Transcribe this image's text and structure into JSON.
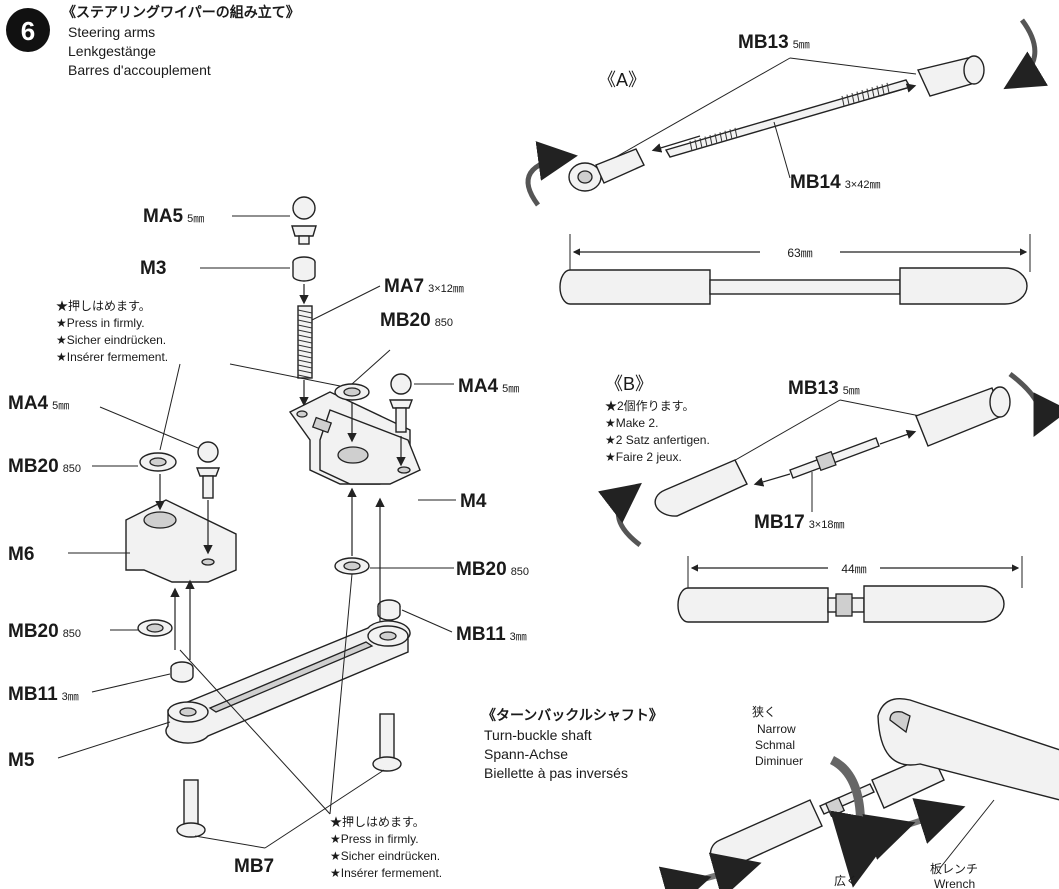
{
  "step": {
    "number": "6",
    "title_jp": "《ステアリングワイパーの組み立て》",
    "title_en": "Steering arms",
    "title_de": "Lenkgestänge",
    "title_fr": "Barres d'accouplement"
  },
  "labels": {
    "ma5": "MA5",
    "ma5_size": "5㎜",
    "m3": "M3",
    "ma7": "MA7",
    "ma7_size": "3×12㎜",
    "mb20_top": "MB20",
    "mb20_top_size": "850",
    "ma4_right": "MA4",
    "ma4_right_size": "5㎜",
    "ma4_left": "MA4",
    "ma4_left_size": "5㎜",
    "mb20_left": "MB20",
    "mb20_left_size": "850",
    "m6": "M6",
    "m4": "M4",
    "mb20_mid": "MB20",
    "mb20_mid_size": "850",
    "mb20_low": "MB20",
    "mb20_low_size": "850",
    "mb11_right": "MB11",
    "mb11_right_size": "3㎜",
    "mb11_left": "MB11",
    "mb11_left_size": "3㎜",
    "m5": "M5",
    "mb7": "MB7"
  },
  "notes": {
    "press_top": [
      "★押しはめます。",
      "★Press in firmly.",
      "★Sicher eindrücken.",
      "★Insérer fermement."
    ],
    "press_bottom": [
      "★押しはめます。",
      "★Press in firmly.",
      "★Sicher eindrücken.",
      "★Insérer fermement."
    ]
  },
  "section_a": {
    "label": "《A》",
    "mb13": "MB13",
    "mb13_size": "5㎜",
    "mb14": "MB14",
    "mb14_size": "3×42㎜",
    "length": "63㎜"
  },
  "section_b": {
    "label": "《B》",
    "notes": [
      "★2個作ります。",
      "★Make 2.",
      "★2 Satz anfertigen.",
      "★Faire 2 jeux."
    ],
    "mb13": "MB13",
    "mb13_size": "5㎜",
    "mb17": "MB17",
    "mb17_size": "3×18㎜",
    "length": "44㎜"
  },
  "turnbuckle": {
    "title_jp": "《ターンバックルシャフト》",
    "title_en": "Turn-buckle shaft",
    "title_de": "Spann-Achse",
    "title_fr": "Biellette à pas inversés",
    "narrow_jp": "狭く",
    "narrow_en": "Narrow",
    "narrow_de": "Schmal",
    "narrow_fr": "Diminuer",
    "wide_jp": "広く",
    "wrench_jp": "板レンチ",
    "wrench_en": "Wrench"
  }
}
